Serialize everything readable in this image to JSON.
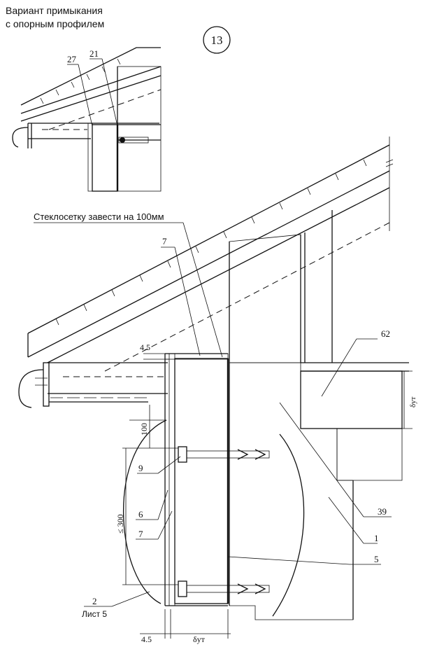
{
  "title": {
    "line1": "Вариант примыкания",
    "line2": "с опорным профилем"
  },
  "node_number": "13",
  "note": "Стеклосетку завести на 100мм",
  "callouts": {
    "c27": "27",
    "c21": "21",
    "c7_top": "7",
    "c62": "62",
    "c39": "39",
    "c1": "1",
    "c5": "5",
    "c9": "9",
    "c6": "6",
    "c7_left": "7",
    "c2": "2",
    "c2_sheet": "Лист 5"
  },
  "dimensions": {
    "d_top_gap": "4.5",
    "d_100": "100",
    "d_300": "≤ 300",
    "d_bottom_gap": "4.5",
    "d_insul_bottom": "δут",
    "d_insul_right": "δут"
  }
}
